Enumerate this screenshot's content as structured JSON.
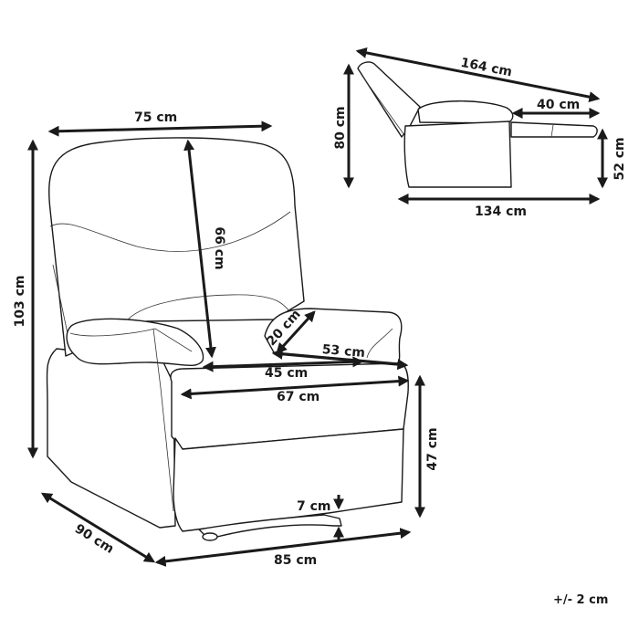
{
  "diagram": {
    "subject": "recliner chair dimensions",
    "front_view": {
      "width_top": "75 cm",
      "total_height": "103 cm",
      "backrest_height": "66 cm",
      "armrest_depth": "20 cm",
      "seat_depth": "53 cm",
      "seat_width": "45 cm",
      "inner_width": "67 cm",
      "seat_height": "47 cm",
      "ground_clearance": "7 cm",
      "depth": "90 cm",
      "base_width": "85 cm"
    },
    "side_view_reclined": {
      "total_length": "164 cm",
      "footrest_length": "40 cm",
      "height": "80 cm",
      "footrest_height": "52 cm",
      "base_length": "134 cm"
    },
    "tolerance": "+/- 2 cm"
  },
  "colors": {
    "line": "#1a1a1a",
    "background": "#ffffff"
  }
}
